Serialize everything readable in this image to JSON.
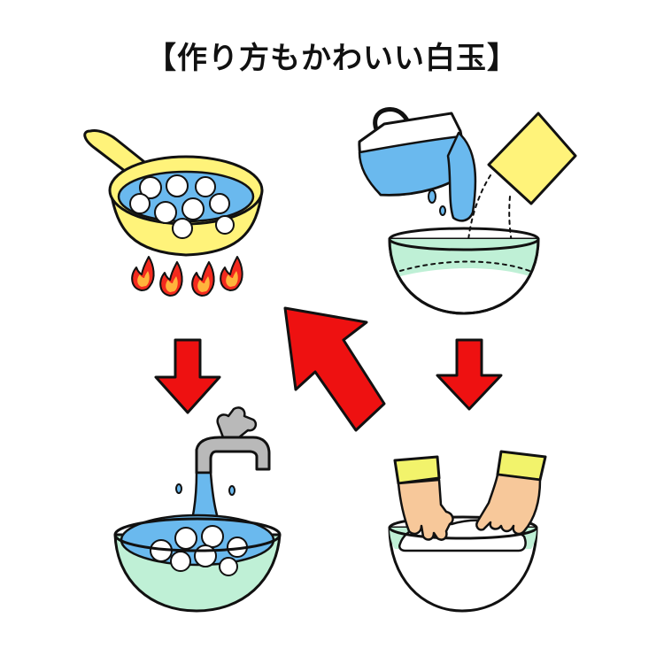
{
  "title": "【作り方もかわいい白玉】",
  "colors": {
    "outline": "#111111",
    "water": "#6ab9ee",
    "pot": "#fff37a",
    "bowl": "#bff0d6",
    "dough": "#ffffff",
    "flour_bag": "#fff37a",
    "flame_outer": "#f42a1e",
    "flame_inner": "#ffb43c",
    "arrow": "#ee1111",
    "faucet": "#b9b9b9",
    "skin": "#f7c89a",
    "sleeve": "#f2f36b"
  },
  "steps": [
    {
      "id": "mix",
      "depicts": "pour-water-and-flour-into-bowl"
    },
    {
      "id": "knead",
      "depicts": "knead-dough-in-bowl"
    },
    {
      "id": "boil",
      "depicts": "boil-dumplings-in-pot"
    },
    {
      "id": "cool",
      "depicts": "cool-dumplings-under-tap-water"
    }
  ],
  "arrows": [
    {
      "id": "mix-to-knead",
      "direction": "down"
    },
    {
      "id": "knead-to-boil",
      "direction": "up-left"
    },
    {
      "id": "boil-to-cool",
      "direction": "down"
    }
  ]
}
